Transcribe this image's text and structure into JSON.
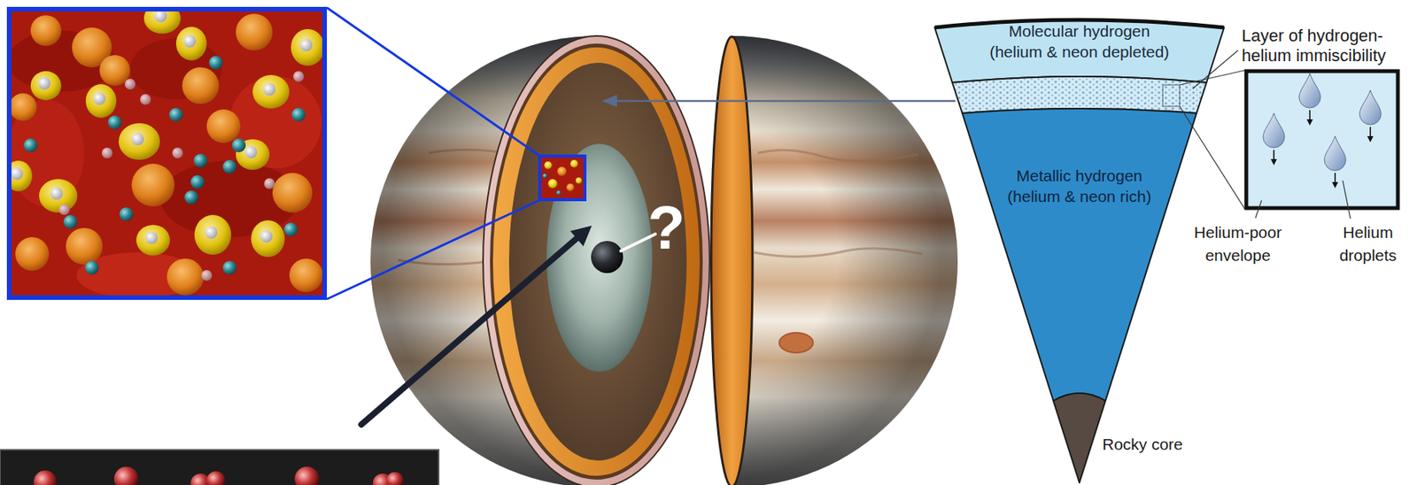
{
  "diagram": {
    "nodes": [
      {
        "text": [
          "Molecular hydrogen (helium & neon depleted)"
        ]
      },
      {
        "text": [
          "Metallic hydrogen (helium & neon rich)"
        ]
      },
      {
        "text": [
          "Rocky core"
        ]
      }
    ],
    "labels": [
      "?",
      "Layer of hydrogen-helium immiscibility",
      "Helium-poor envelope",
      "Helium droplets"
    ]
  }
}
